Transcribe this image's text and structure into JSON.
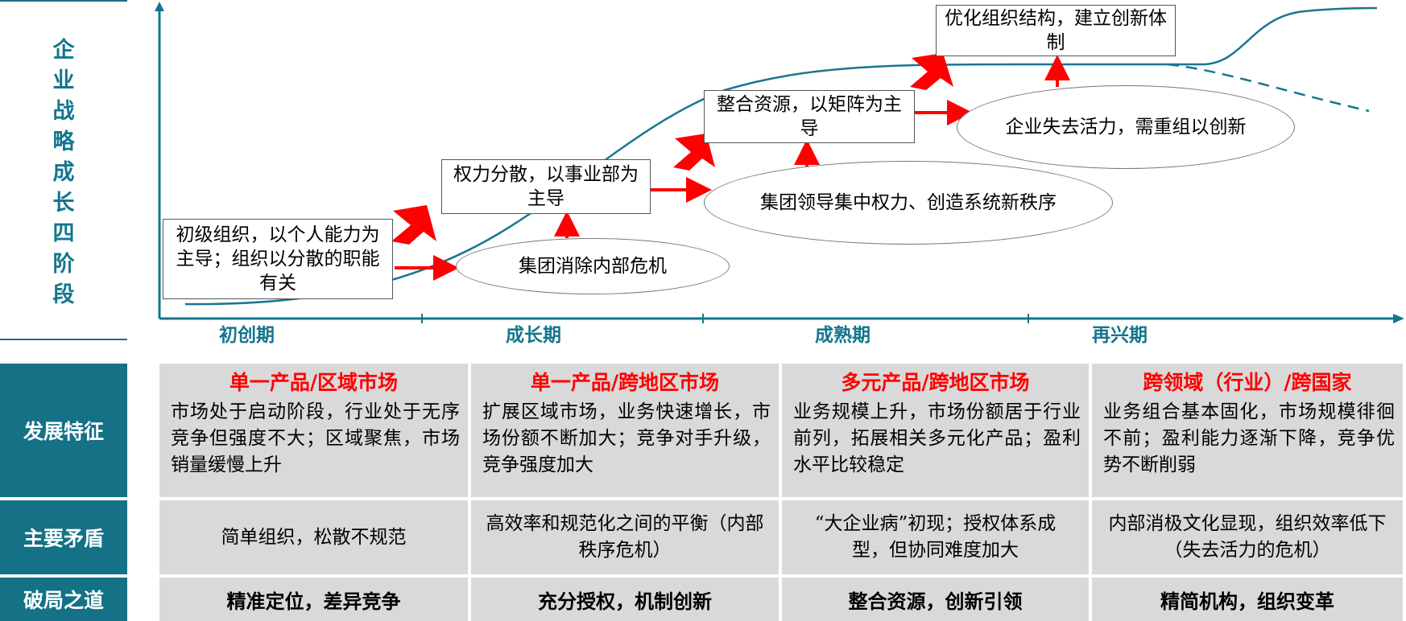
{
  "side_title": "企业战略成长四阶段",
  "stages": [
    "初创期",
    "成长期",
    "成熟期",
    "再兴期"
  ],
  "boxes": {
    "b1": "初级组织，以个人能力为主导；组织以分散的职能有关",
    "b2": "权力分散，以事业部为主导",
    "b3": "整合资源，以矩阵为主导",
    "b4": "优化组织结构，建立创新体制"
  },
  "ellipses": {
    "e1": "集团消除内部危机",
    "e2": "集团领导集中权力、创造系统新秩序",
    "e3": "企业失去活力，需重组以创新"
  },
  "table": {
    "row_heads": [
      "发展特征",
      "主要矛盾",
      "破局之道"
    ],
    "columns": [
      {
        "title": "单一产品/区域市场",
        "feature": "市场处于启动阶段，行业处于无序竞争但强度不大；区域聚焦，市场销量缓慢上升",
        "conflict": "简单组织，松散不规范",
        "solution": "精准定位，差异竞争"
      },
      {
        "title": "单一产品/跨地区市场",
        "feature": "扩展区域市场，业务快速增长，市场份额不断加大；竞争对手升级，竞争强度加大",
        "conflict": "高效率和规范化之间的平衡（内部秩序危机）",
        "solution": "充分授权，机制创新"
      },
      {
        "title": "多元产品/跨地区市场",
        "feature": "业务规模上升，市场份额居于行业前列，拓展相关多元化产品；盈利水平比较稳定",
        "conflict": "“大企业病”初现；授权体系成型，但协同难度加大",
        "solution": "整合资源，创新引领"
      },
      {
        "title": "跨领域（行业）/跨国家",
        "feature": "业务组合基本固化，市场规模徘徊不前；盈利能力逐渐下降，竞争优势不断削弱",
        "conflict": "内部消极文化显现，组织效率低下（失去活力的危机）",
        "solution": "精简机构，组织变革"
      }
    ]
  },
  "colors": {
    "teal": "#13768f",
    "header_bg": "#157186",
    "red": "#ff0000",
    "cell_bg": "#d9d9d9"
  }
}
